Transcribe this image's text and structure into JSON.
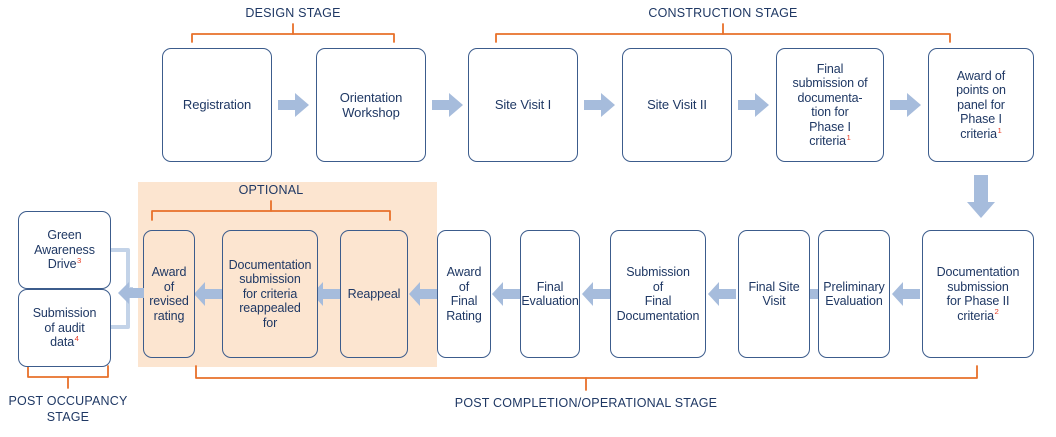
{
  "diagram": {
    "title": "Green building certification process flow",
    "colors": {
      "box_border": "#3C5C8C",
      "box_text": "#1F3864",
      "bracket_orange": "#E8702A",
      "arrow_blue": "#A6BCDC",
      "highlight_peach": "#FCE5D0",
      "superscript_red": "#E8402A",
      "background": "#FFFFFF"
    },
    "stage_labels": {
      "design": "DESIGN STAGE",
      "construction": "CONSTRUCTION STAGE",
      "optional": "OPTIONAL",
      "post_occupancy_line1": "POST OCCUPANCY",
      "post_occupancy_line2": "STAGE",
      "post_completion": "POST COMPLETION/OPERATIONAL STAGE"
    },
    "row_top": [
      {
        "id": "registration",
        "label": "Registration"
      },
      {
        "id": "orientation-workshop",
        "label": "Orientation Workshop"
      },
      {
        "id": "site-visit-1",
        "label": "Site Visit I"
      },
      {
        "id": "site-visit-2",
        "label": "Site Visit II"
      },
      {
        "id": "final-submission-phase-1",
        "label": "Final submission of documenta- tion for Phase I criteria",
        "superscript": "1"
      },
      {
        "id": "award-points-phase-1",
        "label": "Award of points on panel for Phase I criteria",
        "superscript": "1"
      }
    ],
    "row_bottom": [
      {
        "id": "documentation-phase-2",
        "label": "Documentation submission for Phase II criteria",
        "superscript": "2"
      },
      {
        "id": "preliminary-evaluation",
        "label": "Preliminary Evaluation"
      },
      {
        "id": "final-site-visit",
        "label": "Final Site Visit"
      },
      {
        "id": "submission-final-documentation",
        "label": "Submission of Final Documentation"
      },
      {
        "id": "final-evaluation",
        "label": "Final Evaluation"
      },
      {
        "id": "award-final-rating",
        "label": "Award of Final Rating"
      },
      {
        "id": "reappeal",
        "label": "Reappeal"
      },
      {
        "id": "documentation-reappeal",
        "label": "Documentation submission for criteria reappealed for"
      },
      {
        "id": "award-revised-rating",
        "label": "Award of revised rating"
      }
    ],
    "post_occupancy_boxes": [
      {
        "id": "green-awareness-drive",
        "label": "Green Awareness Drive",
        "superscript": "3"
      },
      {
        "id": "submission-audit-data",
        "label": "Submission of audit data",
        "superscript": "4"
      }
    ],
    "text": {
      "registration": "Registration",
      "orientation_workshop_l1": "Orientation",
      "orientation_workshop_l2": "Workshop",
      "site_visit_1": "Site Visit I",
      "site_visit_2": "Site Visit II",
      "final_submission_l1": "Final",
      "final_submission_l2": "submission of",
      "final_submission_l3": "documenta-",
      "final_submission_l4": "tion for",
      "final_submission_l5": "Phase I",
      "final_submission_l6": "criteria",
      "award_points_l1": "Award of",
      "award_points_l2": "points on",
      "award_points_l3": "panel for",
      "award_points_l4": "Phase I",
      "award_points_l5": "criteria",
      "doc_phase2_l1": "Documentation",
      "doc_phase2_l2": "submission",
      "doc_phase2_l3": "for Phase II",
      "doc_phase2_l4": "criteria",
      "preliminary_l1": "Preliminary",
      "preliminary_l2": "Evaluation",
      "final_site_visit_l1": "Final Site",
      "final_site_visit_l2": "Visit",
      "sub_final_doc_l1": "Submission",
      "sub_final_doc_l2": "of",
      "sub_final_doc_l3": "Final",
      "sub_final_doc_l4": "Documentation",
      "final_eval_l1": "Final",
      "final_eval_l2": "Evaluation",
      "award_final_rating_l1": "Award of",
      "award_final_rating_l2": "Final",
      "award_final_rating_l3": "Rating",
      "reappeal": "Reappeal",
      "doc_reappeal_l1": "Documentation",
      "doc_reappeal_l2": "submission",
      "doc_reappeal_l3": "for criteria",
      "doc_reappeal_l4": "reappealed",
      "doc_reappeal_l5": "for",
      "award_revised_l1": "Award",
      "award_revised_l2": "of",
      "award_revised_l3": "revised",
      "award_revised_l4": "rating",
      "green_awareness_l1": "Green",
      "green_awareness_l2": "Awareness",
      "green_awareness_l3": "Drive",
      "audit_data_l1": "Submission",
      "audit_data_l2": "of audit",
      "audit_data_l3": "data",
      "sup1": "1",
      "sup2": "2",
      "sup3": "3",
      "sup4": "4"
    }
  }
}
